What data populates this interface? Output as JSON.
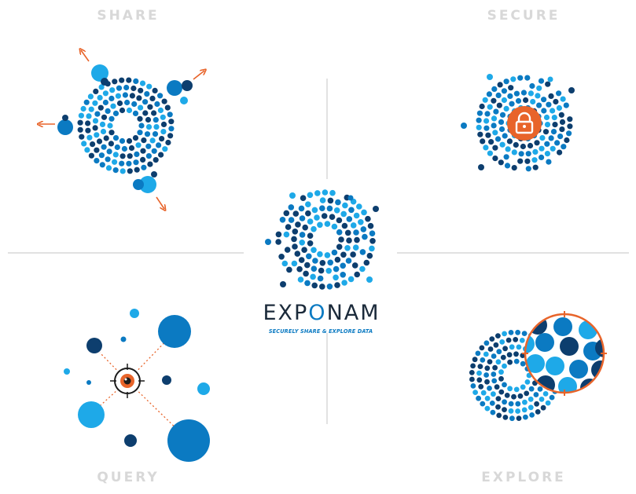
{
  "labels": {
    "share": "SHARE",
    "secure": "SECURE",
    "query": "QUERY",
    "explore": "EXPLORE"
  },
  "brand": {
    "name_before": "EXP",
    "name_o": "O",
    "name_after": "NAM",
    "tagline": "SECURELY SHARE & EXPLORE DATA"
  },
  "colors": {
    "navy": "#0d3e6e",
    "blue": "#0b7ac2",
    "light_blue": "#1ea9e8",
    "orange": "#e8642a",
    "divider": "#cfcfcf",
    "label_gray": "#d8d8d8"
  },
  "icons": {
    "share": "dotted-ring-with-outbound-arrows",
    "secure": "dotted-ring-with-padlock",
    "query": "network-with-eye-target",
    "explore": "dotted-ring-with-magnifier-circle",
    "logo": "dotted-ring-logo"
  }
}
